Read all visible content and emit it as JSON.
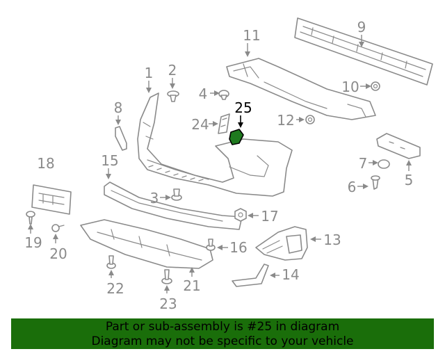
{
  "callouts": {
    "c1": "1",
    "c2": "2",
    "c3": "3",
    "c4": "4",
    "c5": "5",
    "c6": "6",
    "c7": "7",
    "c8": "8",
    "c9": "9",
    "c10": "10",
    "c11": "11",
    "c12": "12",
    "c13": "13",
    "c14": "14",
    "c15": "15",
    "c16": "16",
    "c17": "17",
    "c18": "18",
    "c19": "19",
    "c20": "20",
    "c21": "21",
    "c22": "22",
    "c23": "23",
    "c24": "24",
    "c25": "25"
  },
  "highlighted_part": "25",
  "colors": {
    "highlight": "#1f7a1f",
    "banner": "#1a6e0a",
    "line": "#8a8a8a"
  },
  "banner": {
    "line1": "Part or sub-assembly is #25 in diagram",
    "line2": "Diagram may not be specific to your vehicle"
  }
}
